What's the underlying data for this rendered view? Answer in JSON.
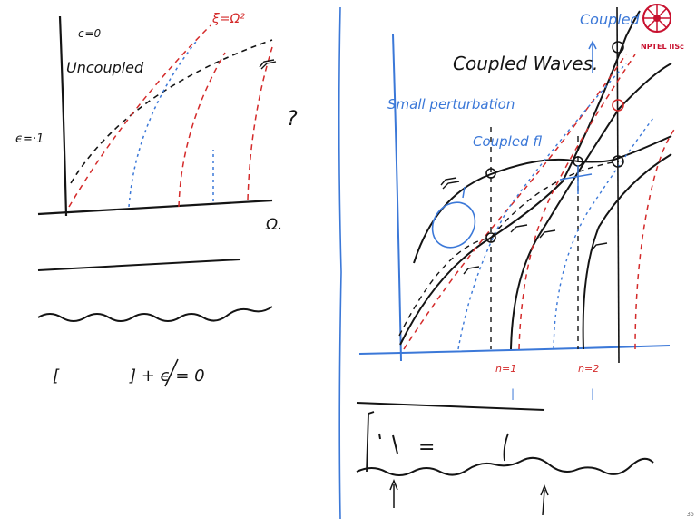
{
  "left_panel": {
    "epsilon_zero": "ϵ=0",
    "dispersion_label": "ξ=Ω²",
    "uncoupled": "Uncoupled",
    "epsilon_one": "ϵ=·1",
    "question": "?",
    "omega_axis": "Ω.",
    "equation_open": "[",
    "equation_rest": "] + ϵ = 0"
  },
  "right_panel": {
    "title": "Coupled Waves.",
    "small_perturbation": "Small perturbation",
    "coupled_fl": "Coupled fl",
    "coupled_top": "Coupled",
    "n1": "n=1",
    "n2": "n=2",
    "tick1": "|",
    "tick2": "|",
    "equals_sign": "="
  },
  "logo": {
    "text": "NPTEL IISc"
  },
  "slide_number": "35",
  "colors": {
    "ink": "#141414",
    "red": "#d42a2a",
    "blue": "#3b78d8",
    "logo_red": "#c8102e"
  },
  "icons": {
    "logo": "wheel-emblem-icon"
  }
}
